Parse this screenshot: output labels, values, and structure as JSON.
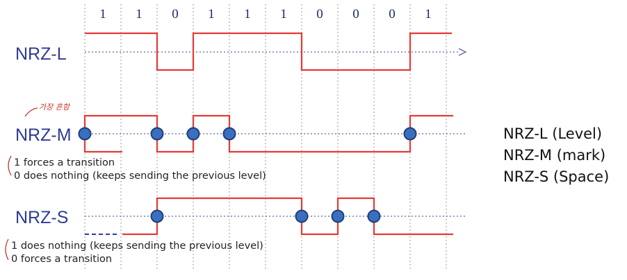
{
  "bits": [
    "1",
    "1",
    "0",
    "1",
    "1",
    "1",
    "0",
    "0",
    "0",
    "1"
  ],
  "nrz_l": {
    "label": "NRZ-L",
    "levels": [
      1,
      1,
      0,
      1,
      1,
      1,
      0,
      0,
      0,
      1
    ]
  },
  "nrz_m": {
    "label": "NRZ-M",
    "handwritten": "가장 흔함",
    "initial_level": 0,
    "levels": [
      1,
      1,
      0,
      1,
      0,
      0,
      0,
      0,
      0,
      1
    ],
    "note_line1": "1 forces a transition",
    "note_line2": "0 does nothing (keeps sending the previous level)"
  },
  "nrz_s": {
    "label": "NRZ-S",
    "initial_level": 0,
    "levels": [
      0,
      0,
      1,
      1,
      1,
      1,
      0,
      1,
      0,
      0
    ],
    "note_line1": "1 does nothing (keeps sending the previous level)",
    "note_line2": "0 forces a transition"
  },
  "legend": {
    "line1": "NRZ-L (Level)",
    "line2": "NRZ-M (mark)",
    "line3": "NRZ-S (Space)"
  },
  "colors": {
    "signal": "#e53935",
    "transition_dot": "#3a6fbf",
    "label": "#2e3a96"
  }
}
